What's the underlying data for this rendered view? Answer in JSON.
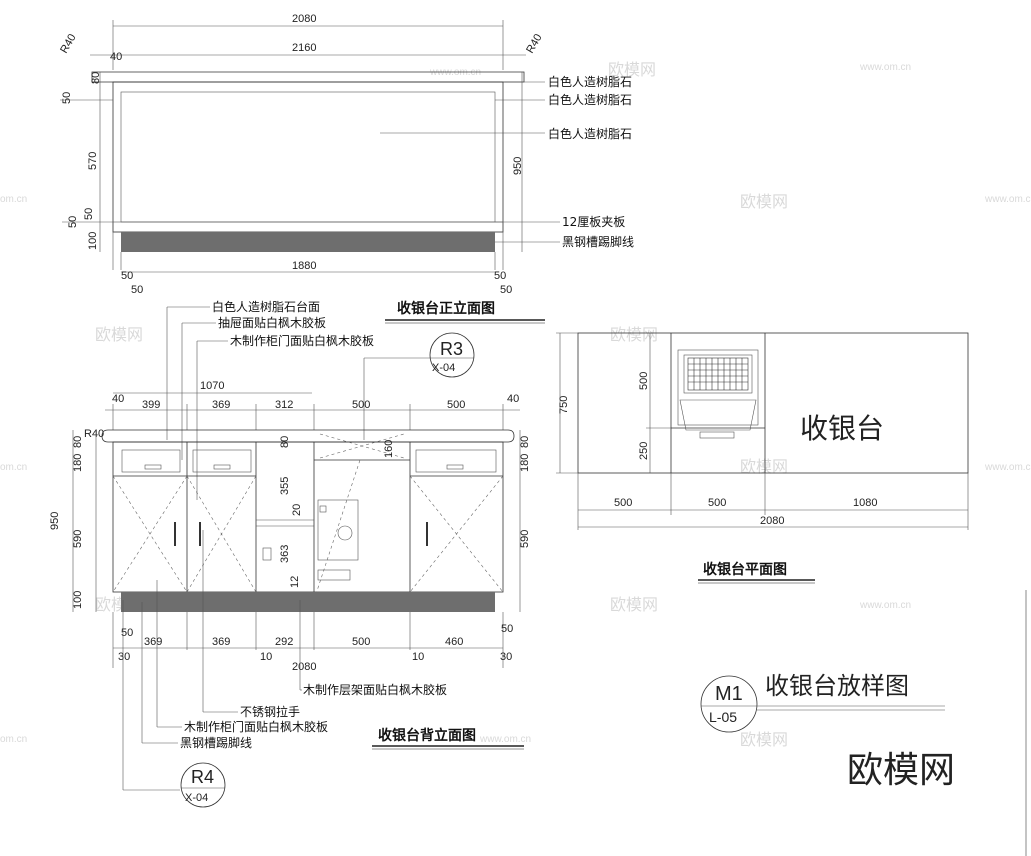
{
  "watermark": {
    "cn": "欧模网",
    "url": "www.om.cn",
    "short": "om.cn"
  },
  "brand": "欧模网",
  "front": {
    "title": "收银台正立面图",
    "dims": {
      "top_2080": "2080",
      "top_2160": "2160",
      "r40_left": "R40",
      "r40_right": "R40",
      "d40": "40",
      "d80": "80",
      "d50a": "50",
      "d570": "570",
      "d50b": "50",
      "d50c": "50",
      "d100": "100",
      "d950": "950",
      "d1880": "1880",
      "b50a": "50",
      "b50b": "50",
      "b50c": "50",
      "b50d": "50"
    },
    "labels": [
      "白色人造树脂石",
      "白色人造树脂石",
      "白色人造树脂石",
      "12厘板夹板",
      "黑钢槽踢脚线"
    ]
  },
  "back": {
    "title": "收银台背立面图",
    "callouts": [
      "白色人造树脂石台面",
      "抽屉面贴白枫木胶板",
      "木制作柜门面贴白枫木胶板"
    ],
    "bottom_callouts": [
      "木制作层架面贴白枫木胶板",
      "不锈钢拉手",
      "木制作柜门面贴白枫木胶板",
      "黑钢槽踢脚线"
    ],
    "dims": {
      "d1070": "1070",
      "t40a": "40",
      "t399": "399",
      "t369": "369",
      "t312": "312",
      "t500a": "500",
      "t500b": "500",
      "t40b": "40",
      "r40": "R40",
      "l80": "80",
      "l180": "180",
      "l950": "950",
      "l590": "590",
      "l100": "100",
      "r80": "80",
      "r180": "180",
      "r590": "590",
      "m80": "80",
      "m355": "355",
      "m20": "20",
      "m363": "363",
      "m12": "12",
      "m160": "160",
      "b50": "50",
      "b369a": "369",
      "b369b": "369",
      "b292": "292",
      "b500": "500",
      "b460": "460",
      "b50r": "50",
      "b30": "30",
      "b10a": "10",
      "b10b": "10",
      "b2080": "2080",
      "b30r": "30"
    }
  },
  "plan": {
    "title": "收银台平面图",
    "label": "收银台",
    "dims": {
      "d750": "750",
      "d500": "500",
      "d250": "250",
      "w500a": "500",
      "w500b": "500",
      "w1080": "1080",
      "w2080": "2080"
    }
  },
  "markers": {
    "r3": {
      "top": "R3",
      "bottom": "X-04"
    },
    "r4": {
      "top": "R4",
      "bottom": "X-04"
    },
    "m1": {
      "top": "M1",
      "bottom": "L-05"
    }
  },
  "sheet_title": "收银台放样图"
}
